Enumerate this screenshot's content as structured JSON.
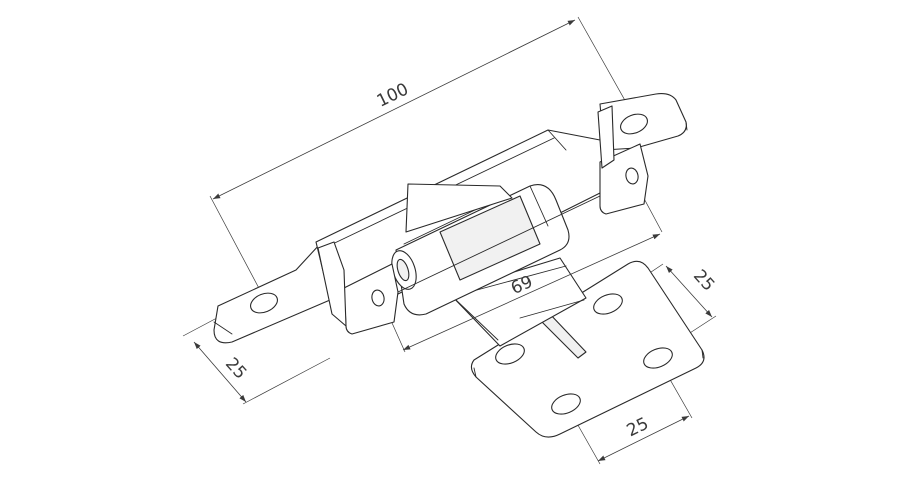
{
  "dimensions": {
    "overall_length": "100",
    "pin_center_distance": "69",
    "left_leaf_width": "25",
    "right_plate_hole_spacing_y": "25",
    "right_plate_hole_spacing_x": "25"
  }
}
